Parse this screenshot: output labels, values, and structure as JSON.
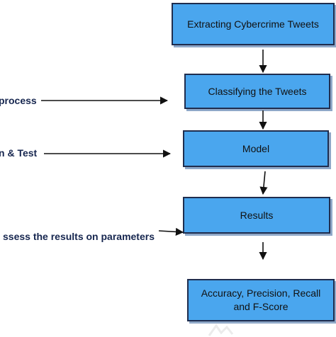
{
  "colors": {
    "box_fill": "#4aa6ee",
    "box_border": "#1f2d4e",
    "label_text": "#16264f",
    "arrow": "#111111"
  },
  "boxes": {
    "extract": "Extracting Cybercrime Tweets",
    "classify": "Classifying the Tweets",
    "model": "Model",
    "results": "Results",
    "metrics": "Accuracy, Precision, Recall\nand F-Score"
  },
  "labels": {
    "preprocess": "process",
    "train_test": "n & Test",
    "assess": "ssess the results on parameters"
  }
}
